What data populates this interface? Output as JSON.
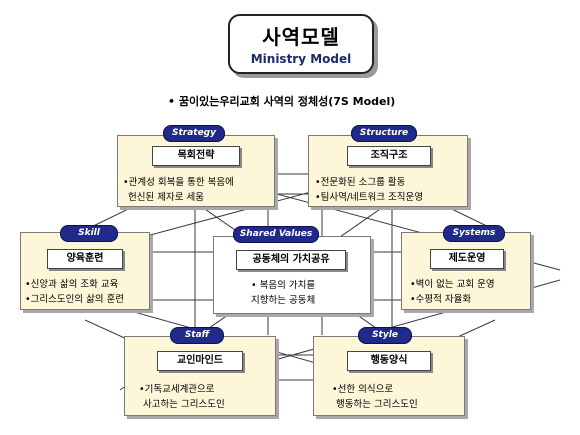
{
  "title": {
    "korean": "사역모델",
    "english": "Ministry Model"
  },
  "subtitle": "• 꿈이있는우리교회 사역의 정체성(7S Model)",
  "nodes": {
    "strategy": {
      "tag": "Strategy",
      "title": "목회전략",
      "lines": [
        "•관계성 회복을 통한 복음에",
        "헌신된 제자로 세움"
      ]
    },
    "structure": {
      "tag": "Structure",
      "title": "조직구조",
      "lines": [
        "•전문화된 소그룹 활동",
        "•팀사역/네트워크 조직운영"
      ]
    },
    "skill": {
      "tag": "Skill",
      "title": "양육훈련",
      "lines": [
        "•신앙과 삶의 조화 교육",
        "•그리스도인의 삶의 훈련"
      ]
    },
    "shared_values": {
      "tag": "Shared Values",
      "title": "공동체의 가치공유",
      "lines": [
        "• 복음의 가치를",
        "지향하는 공동체"
      ]
    },
    "systems": {
      "tag": "Systems",
      "title": "제도운영",
      "lines": [
        "•벽이 없는 교회 운영",
        "•수평적 자율화"
      ]
    },
    "staff": {
      "tag": "Staff",
      "title": "교인마인드",
      "lines": [
        "•기독교세계관으로",
        "사고하는 그리스도인"
      ]
    },
    "style": {
      "tag": "Style",
      "title": "행동양식",
      "lines": [
        "•선한 의식으로",
        "행동하는 그리스도인"
      ]
    }
  },
  "colors": {
    "box_fill": "#fdf6d8",
    "pill_fill": "#202a8a",
    "line": "#3a3a3a"
  }
}
